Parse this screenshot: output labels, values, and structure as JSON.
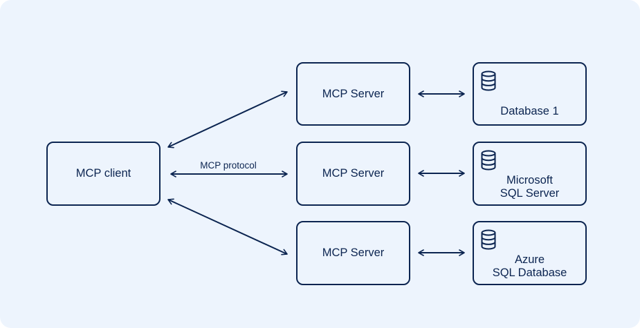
{
  "diagram": {
    "client": {
      "label": "MCP client"
    },
    "protocol_label": "MCP protocol",
    "servers": [
      {
        "label": "MCP Server"
      },
      {
        "label": "MCP Server"
      },
      {
        "label": "MCP Server"
      }
    ],
    "databases": [
      {
        "lines": [
          "Database 1"
        ],
        "icon": "database-icon"
      },
      {
        "lines": [
          "Microsoft",
          "SQL Server"
        ],
        "icon": "database-icon"
      },
      {
        "lines": [
          "Azure",
          "SQL Database"
        ],
        "icon": "database-icon"
      }
    ],
    "colors": {
      "background": "#edf4fd",
      "stroke": "#0b2450",
      "text": "#0b2450"
    }
  }
}
